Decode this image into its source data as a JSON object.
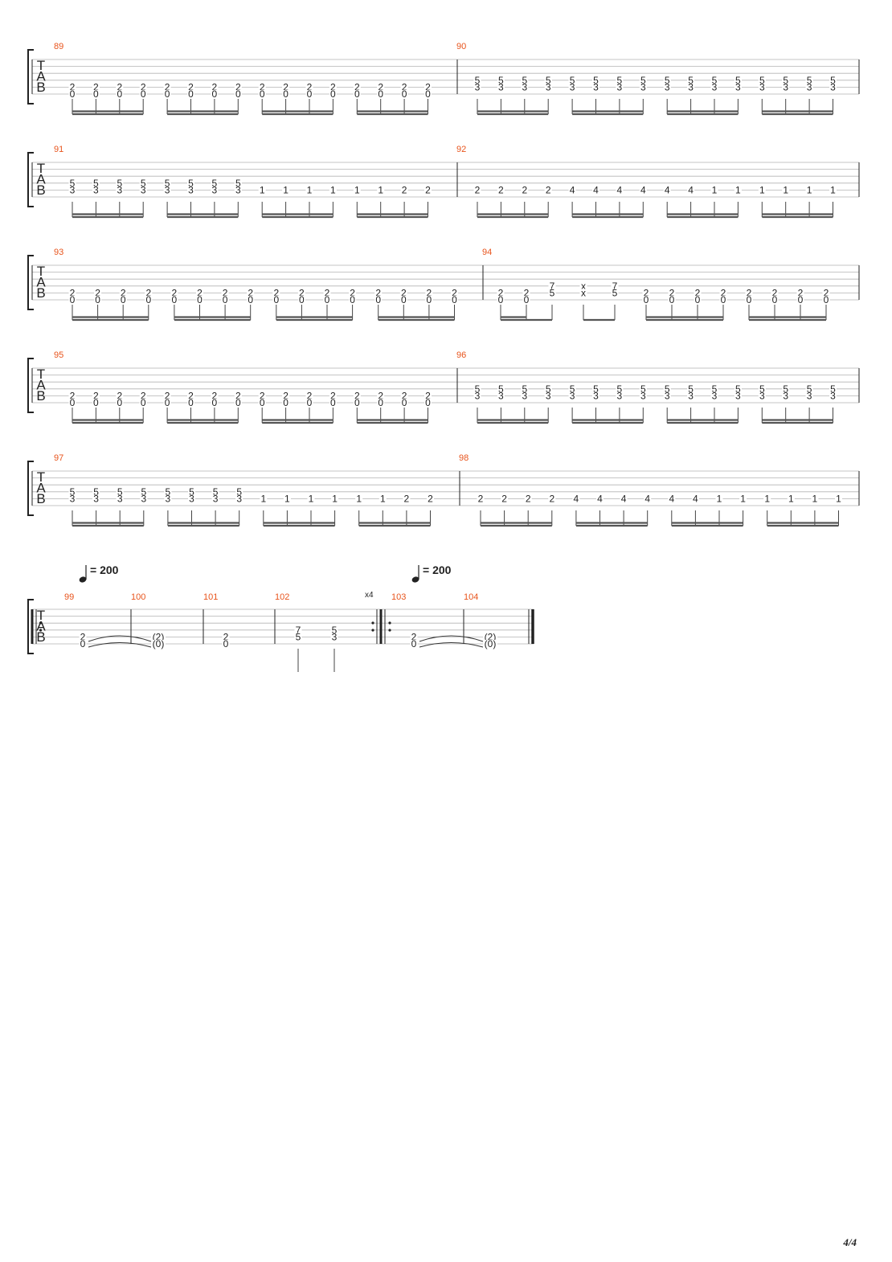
{
  "tab_clef": [
    "T",
    "A",
    "B"
  ],
  "page_number": "4/4",
  "tempo": {
    "value": "200",
    "equals": "="
  },
  "repeat_count": "x4",
  "systems": [
    {
      "measures": [
        {
          "number": "89",
          "beats": [
            [
              "2",
              "0"
            ],
            [
              "2",
              "0"
            ],
            [
              "2",
              "0"
            ],
            [
              "2",
              "0"
            ],
            [
              "2",
              "0"
            ],
            [
              "2",
              "0"
            ],
            [
              "2",
              "0"
            ],
            [
              "2",
              "0"
            ],
            [
              "2",
              "0"
            ],
            [
              "2",
              "0"
            ],
            [
              "2",
              "0"
            ],
            [
              "2",
              "0"
            ],
            [
              "2",
              "0"
            ],
            [
              "2",
              "0"
            ],
            [
              "2",
              "0"
            ],
            [
              "2",
              "0"
            ]
          ]
        },
        {
          "number": "90",
          "beats": [
            [
              "5",
              "3"
            ],
            [
              "5",
              "3"
            ],
            [
              "5",
              "3"
            ],
            [
              "5",
              "3"
            ],
            [
              "5",
              "3"
            ],
            [
              "5",
              "3"
            ],
            [
              "5",
              "3"
            ],
            [
              "5",
              "3"
            ],
            [
              "5",
              "3"
            ],
            [
              "5",
              "3"
            ],
            [
              "5",
              "3"
            ],
            [
              "5",
              "3"
            ],
            [
              "5",
              "3"
            ],
            [
              "5",
              "3"
            ],
            [
              "5",
              "3"
            ],
            [
              "5",
              "3"
            ]
          ]
        }
      ]
    },
    {
      "measures": [
        {
          "number": "91",
          "beats": [
            [
              "5",
              "3"
            ],
            [
              "5",
              "3"
            ],
            [
              "5",
              "3"
            ],
            [
              "5",
              "3"
            ],
            [
              "5",
              "3"
            ],
            [
              "5",
              "3"
            ],
            [
              "5",
              "3"
            ],
            [
              "5",
              "3"
            ],
            [
              "1"
            ],
            [
              "1"
            ],
            [
              "1"
            ],
            [
              "1"
            ],
            [
              "1"
            ],
            [
              "1"
            ],
            [
              "2"
            ],
            [
              "2"
            ]
          ]
        },
        {
          "number": "92",
          "beats": [
            [
              "2"
            ],
            [
              "2"
            ],
            [
              "2"
            ],
            [
              "2"
            ],
            [
              "4"
            ],
            [
              "4"
            ],
            [
              "4"
            ],
            [
              "4"
            ],
            [
              "4"
            ],
            [
              "4"
            ],
            [
              "1"
            ],
            [
              "1"
            ],
            [
              "1"
            ],
            [
              "1"
            ],
            [
              "1"
            ],
            [
              "1"
            ]
          ]
        }
      ]
    },
    {
      "measures": [
        {
          "number": "93",
          "beats": [
            [
              "2",
              "0"
            ],
            [
              "2",
              "0"
            ],
            [
              "2",
              "0"
            ],
            [
              "2",
              "0"
            ],
            [
              "2",
              "0"
            ],
            [
              "2",
              "0"
            ],
            [
              "2",
              "0"
            ],
            [
              "2",
              "0"
            ],
            [
              "2",
              "0"
            ],
            [
              "2",
              "0"
            ],
            [
              "2",
              "0"
            ],
            [
              "2",
              "0"
            ],
            [
              "2",
              "0"
            ],
            [
              "2",
              "0"
            ],
            [
              "2",
              "0"
            ],
            [
              "2",
              "0"
            ]
          ]
        },
        {
          "number": "94",
          "beats": [
            [
              "2",
              "0"
            ],
            [
              "2",
              "0"
            ],
            [
              "7",
              "5"
            ],
            [
              "x",
              "x"
            ],
            [
              "7",
              "5"
            ],
            [
              "2",
              "0"
            ],
            [
              "2",
              "0"
            ],
            [
              "2",
              "0"
            ],
            [
              "2",
              "0"
            ],
            [
              "2",
              "0"
            ],
            [
              "2",
              "0"
            ],
            [
              "2",
              "0"
            ],
            [
              "2",
              "0"
            ]
          ]
        }
      ]
    },
    {
      "measures": [
        {
          "number": "95",
          "beats": [
            [
              "2",
              "0"
            ],
            [
              "2",
              "0"
            ],
            [
              "2",
              "0"
            ],
            [
              "2",
              "0"
            ],
            [
              "2",
              "0"
            ],
            [
              "2",
              "0"
            ],
            [
              "2",
              "0"
            ],
            [
              "2",
              "0"
            ],
            [
              "2",
              "0"
            ],
            [
              "2",
              "0"
            ],
            [
              "2",
              "0"
            ],
            [
              "2",
              "0"
            ],
            [
              "2",
              "0"
            ],
            [
              "2",
              "0"
            ],
            [
              "2",
              "0"
            ],
            [
              "2",
              "0"
            ]
          ]
        },
        {
          "number": "96",
          "beats": [
            [
              "5",
              "3"
            ],
            [
              "5",
              "3"
            ],
            [
              "5",
              "3"
            ],
            [
              "5",
              "3"
            ],
            [
              "5",
              "3"
            ],
            [
              "5",
              "3"
            ],
            [
              "5",
              "3"
            ],
            [
              "5",
              "3"
            ],
            [
              "5",
              "3"
            ],
            [
              "5",
              "3"
            ],
            [
              "5",
              "3"
            ],
            [
              "5",
              "3"
            ],
            [
              "5",
              "3"
            ],
            [
              "5",
              "3"
            ],
            [
              "5",
              "3"
            ],
            [
              "5",
              "3"
            ]
          ]
        }
      ]
    },
    {
      "measures": [
        {
          "number": "97",
          "beats": [
            [
              "5",
              "3"
            ],
            [
              "5",
              "3"
            ],
            [
              "5",
              "3"
            ],
            [
              "5",
              "3"
            ],
            [
              "5",
              "3"
            ],
            [
              "5",
              "3"
            ],
            [
              "5",
              "3"
            ],
            [
              "5",
              "3"
            ],
            [
              "1"
            ],
            [
              "1"
            ],
            [
              "1"
            ],
            [
              "1"
            ],
            [
              "1"
            ],
            [
              "1"
            ],
            [
              "2"
            ],
            [
              "2"
            ]
          ]
        },
        {
          "number": "98",
          "beats": [
            [
              "2"
            ],
            [
              "2"
            ],
            [
              "2"
            ],
            [
              "2"
            ],
            [
              "4"
            ],
            [
              "4"
            ],
            [
              "4"
            ],
            [
              "4"
            ],
            [
              "4"
            ],
            [
              "4"
            ],
            [
              "1"
            ],
            [
              "1"
            ],
            [
              "1"
            ],
            [
              "1"
            ],
            [
              "1"
            ],
            [
              "1"
            ]
          ]
        }
      ]
    },
    {
      "measures": [
        {
          "number": "99",
          "beats": [
            [
              "2",
              "0"
            ]
          ]
        },
        {
          "number": "100",
          "beats": [
            [
              "(2)",
              "(0)"
            ]
          ]
        },
        {
          "number": "101",
          "beats": [
            [
              "2",
              "0"
            ]
          ]
        },
        {
          "number": "102",
          "beats": [
            [
              "7",
              "5"
            ],
            [
              "5",
              "3"
            ]
          ]
        },
        {
          "number": "103",
          "beats": [
            [
              "2",
              "0"
            ]
          ]
        },
        {
          "number": "104",
          "beats": [
            [
              "(2)",
              "(0)"
            ]
          ]
        }
      ]
    }
  ]
}
